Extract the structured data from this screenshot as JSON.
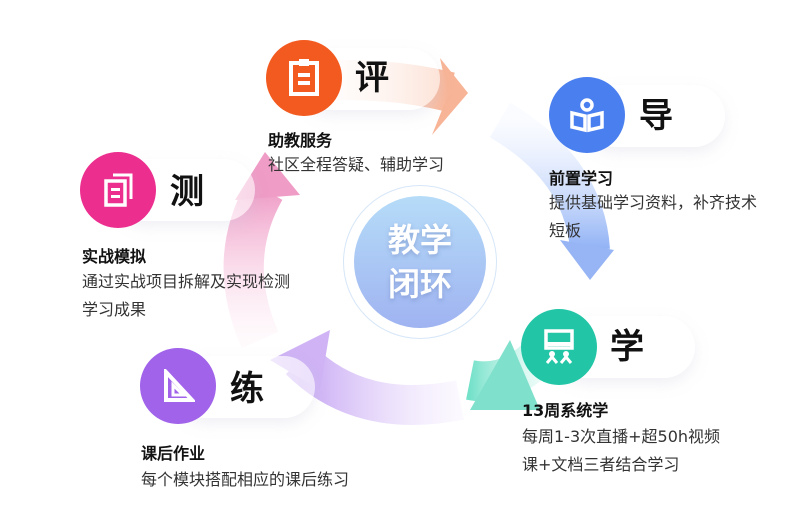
{
  "center": {
    "line1": "教学",
    "line2": "闭环"
  },
  "steps": [
    {
      "char": "评",
      "icon": "clipboard-icon",
      "color": "#f35a1f",
      "title": "助教服务",
      "desc": [
        "社区全程答疑、辅助学习"
      ]
    },
    {
      "char": "导",
      "icon": "reading-book-icon",
      "color": "#4a7ff0",
      "title": "前置学习",
      "desc": [
        "提供基础学习资料，补齐技术",
        "短板"
      ]
    },
    {
      "char": "学",
      "icon": "classroom-icon",
      "color": "#22c6a6",
      "title": "13周系统学",
      "desc": [
        "每周1-3次直播+超50h视频",
        "课+文档三者结合学习"
      ]
    },
    {
      "char": "练",
      "icon": "triangle-ruler-icon",
      "color": "#a063ea",
      "title": "课后作业",
      "desc": [
        "每个模块搭配相应的课后练习"
      ]
    },
    {
      "char": "测",
      "icon": "document-icon",
      "color": "#ec2f8f",
      "title": "实战模拟",
      "desc": [
        "通过实战项目拆解及实现检测",
        "学习成果"
      ]
    }
  ]
}
